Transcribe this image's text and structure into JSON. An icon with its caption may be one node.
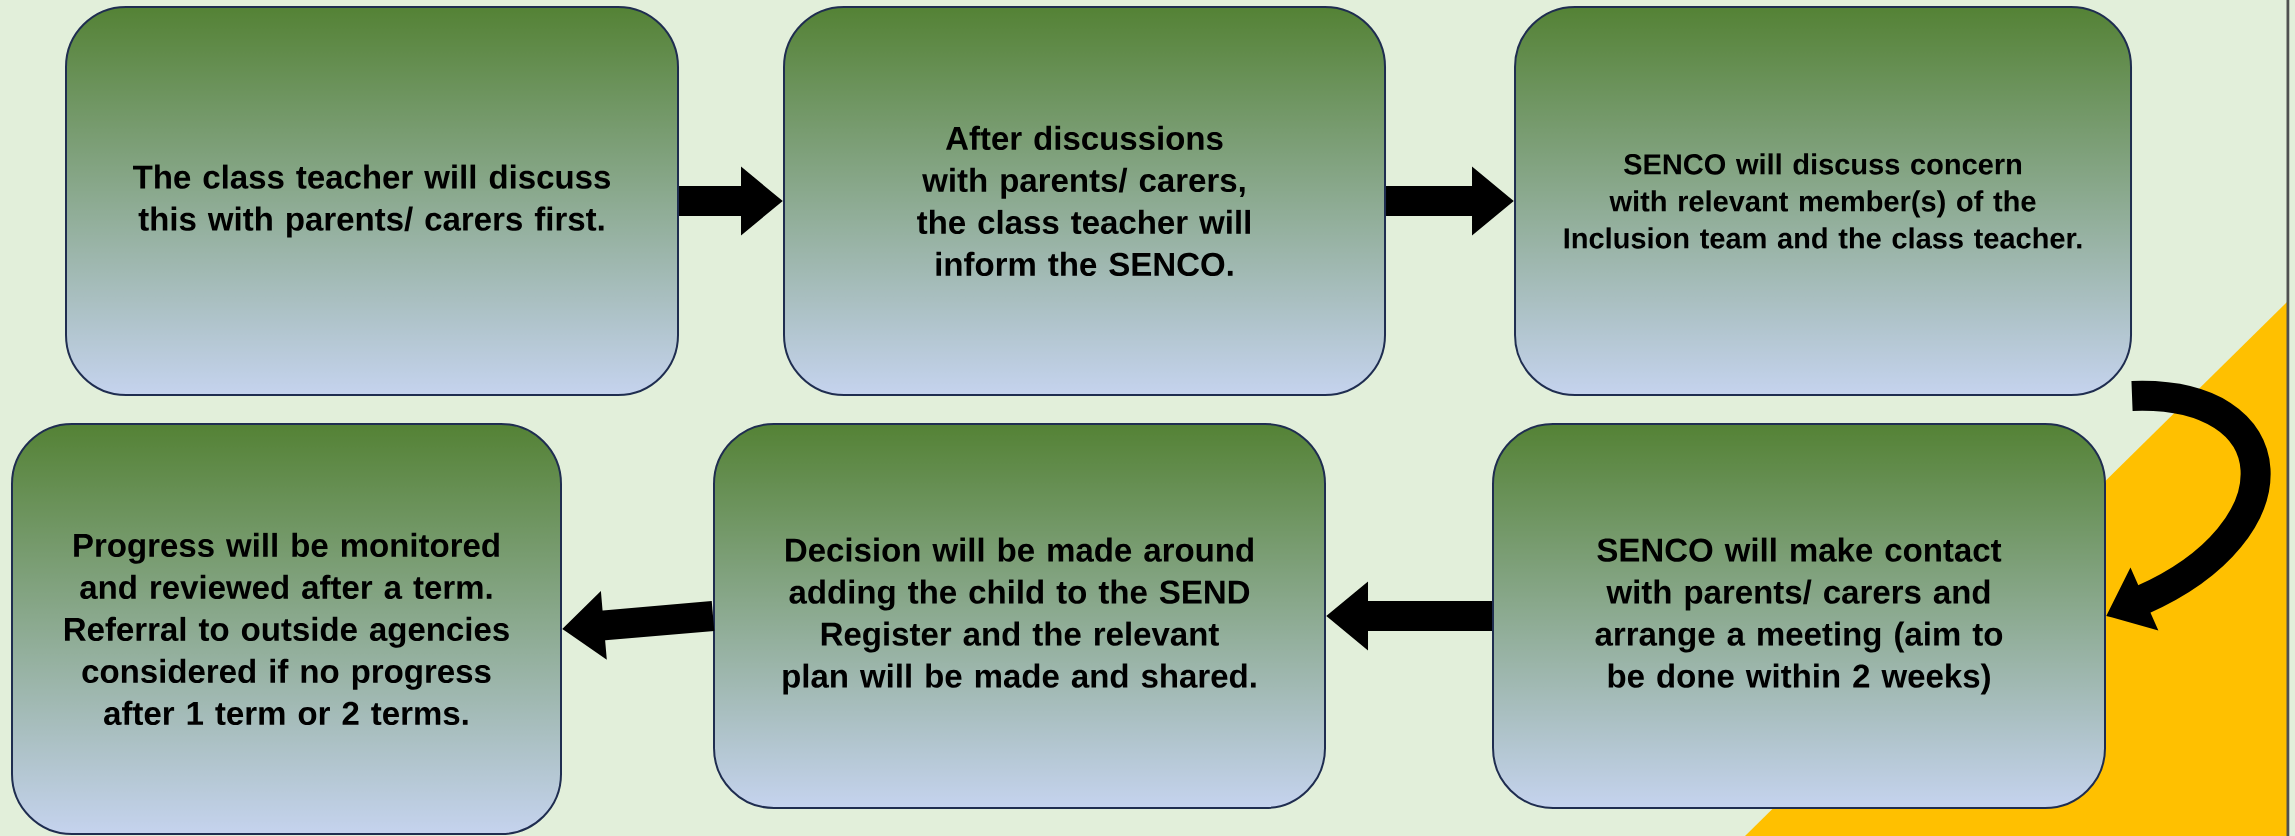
{
  "diagram": {
    "nodes": [
      {
        "text": [
          "The class teacher will discuss this with parents/ carers first."
        ]
      },
      {
        "text": [
          "After discussions with parents/ carers, the class teacher will inform the SENCO."
        ]
      },
      {
        "text": [
          "SENCO will discuss concern with relevant member(s) of the Inclusion team and the class teacher."
        ]
      },
      {
        "text": [
          "SENCO will make contact with parents/ carers and arrange a meeting (aim to be done within 2 weeks)"
        ]
      },
      {
        "text": [
          "Decision will be made around adding the child to the SEND Register and the relevant plan will be made and shared."
        ]
      },
      {
        "text": [
          "Progress will be monitored and reviewed after a term. Referral to outside agencies considered if no progress after 1 term or 2 terms."
        ]
      }
    ],
    "edges": [
      {
        "from": 0,
        "to": 1,
        "arrow": "to"
      },
      {
        "from": 1,
        "to": 2,
        "arrow": "to"
      },
      {
        "from": 2,
        "to": 3,
        "arrow": "to"
      },
      {
        "from": 3,
        "to": 4,
        "arrow": "to"
      },
      {
        "from": 4,
        "to": 5,
        "arrow": "to"
      }
    ]
  }
}
